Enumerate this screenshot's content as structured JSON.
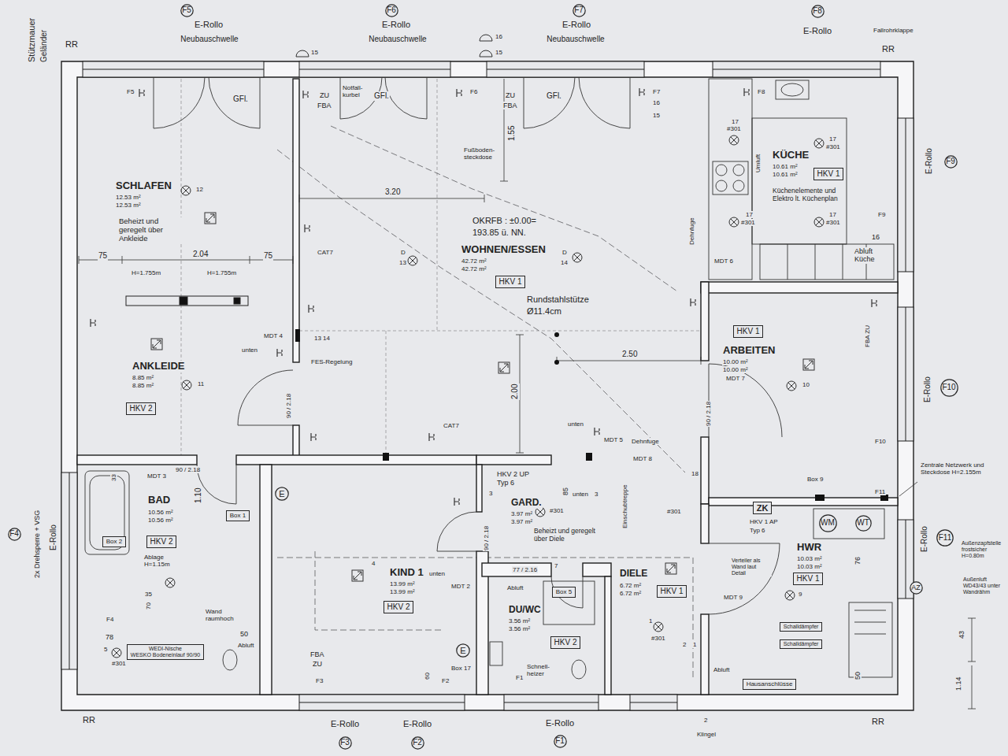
{
  "diagram": {
    "nodes": [
      {
        "text": [
          "F5"
        ]
      },
      {
        "text": [
          "F6"
        ]
      },
      {
        "text": [
          "F7"
        ]
      },
      {
        "text": [
          "F8"
        ]
      },
      {
        "text": [
          "SCHLAFEN",
          "12.53 m²",
          "12.53 m²",
          "Beheizt und geregelt über Ankleide"
        ]
      },
      {
        "text": [
          "WOHNEN/ESSEN",
          "42.72 m²",
          "42.72 m²"
        ]
      },
      {
        "text": [
          "HKV 1"
        ],
        "in": 5
      },
      {
        "text": [
          "KÜCHE",
          "10.61 m²",
          "10.61 m²",
          "Küchenelemente und Elektro lt. Küchenplan"
        ]
      },
      {
        "text": [
          "HKV 1"
        ],
        "in": 7
      },
      {
        "text": [
          "F9"
        ]
      },
      {
        "text": [
          "ARBEITEN",
          "10.00 m²",
          "10.00 m²"
        ]
      },
      {
        "text": [
          "HKV 1"
        ],
        "in": 10
      },
      {
        "text": [
          "ANKLEIDE",
          "8.85 m²",
          "8.85 m²"
        ]
      },
      {
        "text": [
          "HKV 2"
        ],
        "in": 12
      },
      {
        "text": [
          "F10"
        ]
      },
      {
        "text": [
          "F4"
        ]
      },
      {
        "text": [
          "BAD",
          "10.56 m²",
          "10.56 m²"
        ]
      },
      {
        "text": [
          "HKV 2"
        ],
        "in": 16
      },
      {
        "text": [
          "Box 1"
        ],
        "in": 16
      },
      {
        "text": [
          "Box 2"
        ],
        "in": 16
      },
      {
        "text": [
          "WEDI-Nische",
          "WESKO Bodeneinlauf 90/90"
        ],
        "in": 16
      },
      {
        "text": [
          "KIND 1",
          "13.99 m²",
          "13.99 m²"
        ]
      },
      {
        "text": [
          "HKV 2"
        ],
        "in": 21
      },
      {
        "text": [
          "E"
        ],
        "in": 21
      },
      {
        "text": [
          "E"
        ],
        "in": 21
      },
      {
        "text": [
          "GARD.",
          "3.97 m²",
          "3.97 m²",
          "Beheizt und geregelt über Diele"
        ]
      },
      {
        "text": [
          "DIELE",
          "6.72 m²",
          "6.72 m²"
        ]
      },
      {
        "text": [
          "HKV 1"
        ],
        "in": 26
      },
      {
        "text": [
          "DU/WC",
          "3.56 m²",
          "3.56 m²"
        ]
      },
      {
        "text": [
          "HKV 2"
        ],
        "in": 28
      },
      {
        "text": [
          "Box 5"
        ],
        "in": 28
      },
      {
        "text": [
          "HWR",
          "10.03 m²",
          "10.03 m²"
        ]
      },
      {
        "text": [
          "ZK"
        ],
        "in": 31
      },
      {
        "text": [
          "WM"
        ],
        "in": 31
      },
      {
        "text": [
          "WT"
        ],
        "in": 31
      },
      {
        "text": [
          "HKV 1"
        ],
        "in": 31
      },
      {
        "text": [
          "Schalldämpfer"
        ],
        "in": 31
      },
      {
        "text": [
          "Schalldämpfer"
        ],
        "in": 31
      },
      {
        "text": [
          "Hausanschlüsse"
        ],
        "in": 31
      },
      {
        "text": [
          "F11"
        ]
      },
      {
        "text": [
          "AZ"
        ]
      },
      {
        "text": [
          "F3"
        ]
      },
      {
        "text": [
          "F2"
        ]
      },
      {
        "text": [
          "F1"
        ]
      }
    ],
    "labels": [
      "Stützmauer",
      "Geländer",
      "RR",
      "E-Rollo",
      "Neubauschwelle",
      "E-Rollo",
      "Neubauschwelle",
      "E-Rollo",
      "Neubauschwelle",
      "E-Rollo",
      "Fallrohrklappe",
      "RR",
      "15",
      "16",
      "15",
      "F5",
      "GFl.",
      "ZU",
      "FBA",
      "Notfall- kurbel",
      "GFl.",
      "F6",
      "ZU",
      "FBA",
      "GFl.",
      "F7",
      "16",
      "15",
      "F8",
      "17",
      "#301",
      "17",
      "#301",
      "17",
      "#301",
      "17",
      "#301",
      "Umluft",
      "Dehnfuge",
      "F9",
      "16",
      "Abluft Küche",
      "MDT 6",
      "1.55",
      "Fußboden- steckdose",
      "3.20",
      "12",
      "OKRFB : ±0.00=",
      "193.85 ü. NN.",
      "D",
      "13",
      "D",
      "14",
      "75",
      "2.04",
      "75",
      "H=1.755m",
      "H=1.755m",
      "CAT7",
      "Rundstahlstütze",
      "Ø11.4cm",
      "MDT 4",
      "unten",
      "13 14",
      "FES-Regelung",
      "11",
      "90 / 2.18",
      "2.00",
      "2.50",
      "10",
      "MDT 7",
      "90 / 2.18",
      "FBA ZU",
      "CAT7",
      "unten",
      "MDT 5",
      "Dehnfuge",
      "MDT 8",
      "F10",
      "Box 9",
      "Zentrale Netzwerk und Steckdose H=2.155m",
      "F11",
      "18",
      "MDT 3",
      "90 / 2.18",
      "33",
      "1.10",
      "Ablage H=1.15m",
      "70",
      "35",
      "Wand raumhoch",
      "50",
      "Abluft",
      "F4",
      "78",
      "5",
      "#301",
      "2x Drehsperre + VSG",
      "E-Rollo",
      "HKV 2 UP",
      "Typ 6",
      "3",
      "85",
      "unten",
      "3",
      "#301",
      "90 / 2.18",
      "77 / 2.16",
      "7",
      "Abluft",
      "Einschubtreppe",
      "#301",
      "4",
      "unten",
      "MDT 2",
      "FBA",
      "ZU",
      "F3",
      "Box 17",
      "60",
      "F2",
      "Schnell- heizer",
      "F1",
      "1",
      "#301",
      "2",
      "1",
      "Abluft",
      "MDT 9",
      "9",
      "HKV 1 AP",
      "Typ 6",
      "Verteiler als Wand laut Detail",
      "76",
      "50",
      "Außenzapfstelle frostsicher H=0.80m",
      "Außenluft WD43/43 unter Wandrähm",
      "43",
      "1.14",
      "RR",
      "E-Rollo",
      "E-Rollo",
      "E-Rollo",
      "2",
      "Klingel",
      "RR",
      "E-Rollo",
      "E-Rollo",
      "E-Rollo"
    ]
  }
}
